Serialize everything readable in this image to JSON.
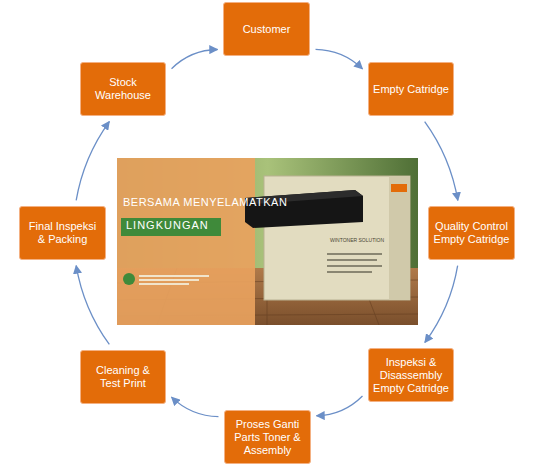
{
  "diagram": {
    "nodes": [
      {
        "text": [
          "Customer"
        ]
      },
      {
        "text": [
          "Empty Catridge"
        ]
      },
      {
        "text": [
          "Quality Control Empty Catridge"
        ]
      },
      {
        "text": [
          "Inspeksi & Disassembly Empty Catridge"
        ]
      },
      {
        "text": [
          "Proses Ganti Parts Toner & Assembly"
        ]
      },
      {
        "text": [
          "Cleaning & Test Print"
        ]
      },
      {
        "text": [
          "Final Inspeksi & Packing"
        ]
      },
      {
        "text": [
          "Stock Warehouse"
        ]
      }
    ],
    "edges": [
      {
        "from": 0,
        "to": 1,
        "arrow": "to"
      },
      {
        "from": 1,
        "to": 2,
        "arrow": "to"
      },
      {
        "from": 2,
        "to": 3,
        "arrow": "to"
      },
      {
        "from": 3,
        "to": 4,
        "arrow": "to"
      },
      {
        "from": 4,
        "to": 5,
        "arrow": "to"
      },
      {
        "from": 5,
        "to": 6,
        "arrow": "to"
      },
      {
        "from": 6,
        "to": 7,
        "arrow": "to"
      },
      {
        "from": 7,
        "to": 0,
        "arrow": "to"
      }
    ],
    "labels": [
      "BERSAMA MENYELAMATKAN",
      "LINGKUNGAN",
      "WINTONER SOLUTION"
    ]
  }
}
